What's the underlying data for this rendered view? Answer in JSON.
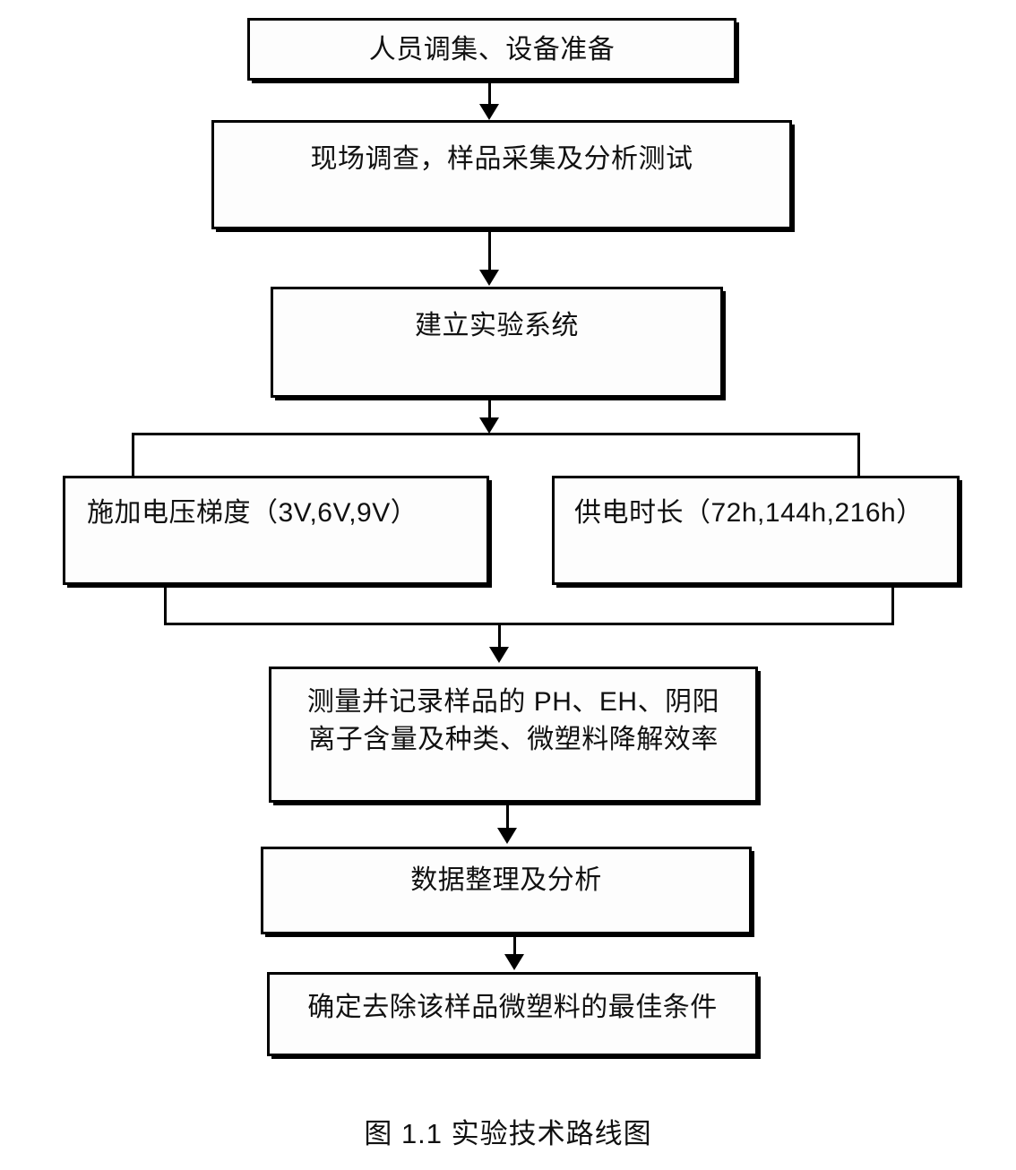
{
  "diagram": {
    "caption": "图 1.1  实验技术路线图",
    "nodes": [
      {
        "id": "node-1",
        "text": "人员调集、设备准备"
      },
      {
        "id": "node-2",
        "text": "现场调查，样品采集及分析测试"
      },
      {
        "id": "node-3",
        "text": "建立实验系统"
      },
      {
        "id": "node-4",
        "text": "施加电压梯度（3V,6V,9V）"
      },
      {
        "id": "node-5",
        "text": "供电时长（72h,144h,216h）"
      },
      {
        "id": "node-6",
        "text": "测量并记录样品的 PH、EH、阴阳\n离子含量及种类、微塑料降解效率"
      },
      {
        "id": "node-7",
        "text": "数据整理及分析"
      },
      {
        "id": "node-8",
        "text": "确定去除该样品微塑料的最佳条件"
      }
    ],
    "colors": {
      "stroke": "#000000",
      "fill": "#fdfdfd",
      "text": "#111111",
      "background": "#ffffff"
    }
  }
}
